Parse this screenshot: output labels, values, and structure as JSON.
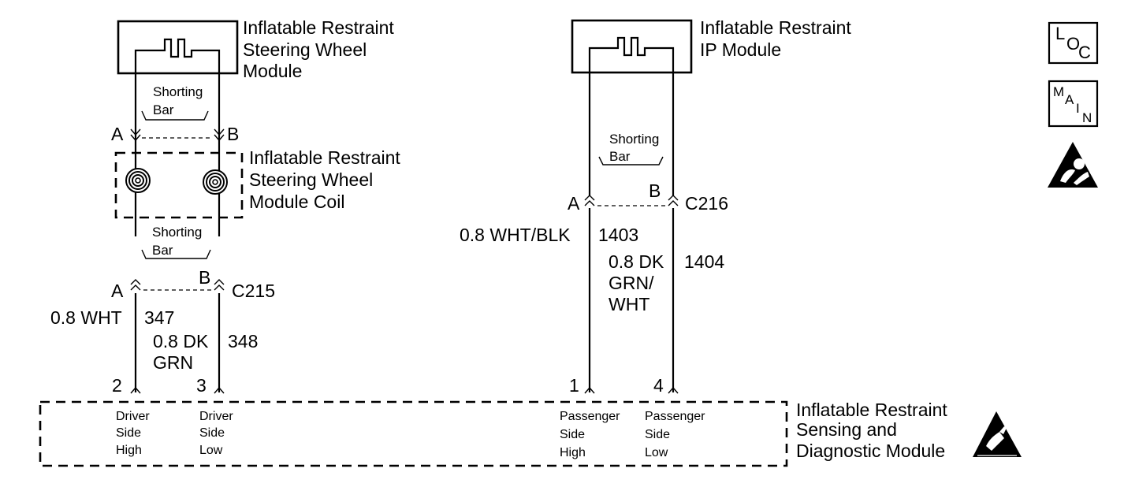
{
  "components": {
    "sw_module": {
      "label_lines": [
        "Inflatable Restraint",
        "Steering Wheel",
        "Module"
      ]
    },
    "ip_module": {
      "label_lines": [
        "Inflatable Restraint",
        "IP Module"
      ]
    },
    "coil": {
      "label_lines": [
        "Inflatable Restraint",
        "Steering Wheel",
        "Module Coil"
      ]
    },
    "sdm": {
      "label_lines": [
        "Inflatable Restraint",
        "Sensing and",
        "Diagnostic Module"
      ]
    }
  },
  "shorting_bars": [
    {
      "id": "sw-module",
      "label_lines": [
        "Shorting",
        "Bar"
      ]
    },
    {
      "id": "coil",
      "label_lines": [
        "Shorting",
        "Bar"
      ]
    },
    {
      "id": "ip-module",
      "label_lines": [
        "Shorting",
        "Bar"
      ]
    }
  ],
  "connectors": {
    "sw_module_conn": {
      "pin_a": "A",
      "pin_b": "B"
    },
    "c215": {
      "name": "C215",
      "pin_a": "A",
      "pin_b": "B"
    },
    "c216": {
      "name": "C216",
      "pin_a": "A",
      "pin_b": "B"
    }
  },
  "wires": [
    {
      "id": "347",
      "size_color_lines": [
        "0.8 WHT"
      ],
      "circuit": "347"
    },
    {
      "id": "348",
      "size_color_lines": [
        "0.8 DK",
        "GRN"
      ],
      "circuit": "348"
    },
    {
      "id": "1403",
      "size_color_lines": [
        "0.8 WHT/BLK"
      ],
      "circuit": "1403"
    },
    {
      "id": "1404",
      "size_color_lines": [
        "0.8 DK",
        "GRN/",
        "WHT"
      ],
      "circuit": "1404"
    }
  ],
  "sdm_pins": [
    {
      "pin": "2",
      "label_lines": [
        "Driver",
        "Side",
        "High"
      ]
    },
    {
      "pin": "3",
      "label_lines": [
        "Driver",
        "Side",
        "Low"
      ]
    },
    {
      "pin": "1",
      "label_lines": [
        "Passenger",
        "Side",
        "High"
      ]
    },
    {
      "pin": "4",
      "label_lines": [
        "Passenger",
        "Side",
        "Low"
      ]
    }
  ],
  "icons": {
    "loc": {
      "chars": [
        "L",
        "O",
        "C"
      ]
    },
    "main": {
      "chars": [
        "M",
        "A",
        "I",
        "N"
      ]
    },
    "airbag_warning": "airbag-warning-icon",
    "esd_warning": "esd-warning-icon"
  }
}
